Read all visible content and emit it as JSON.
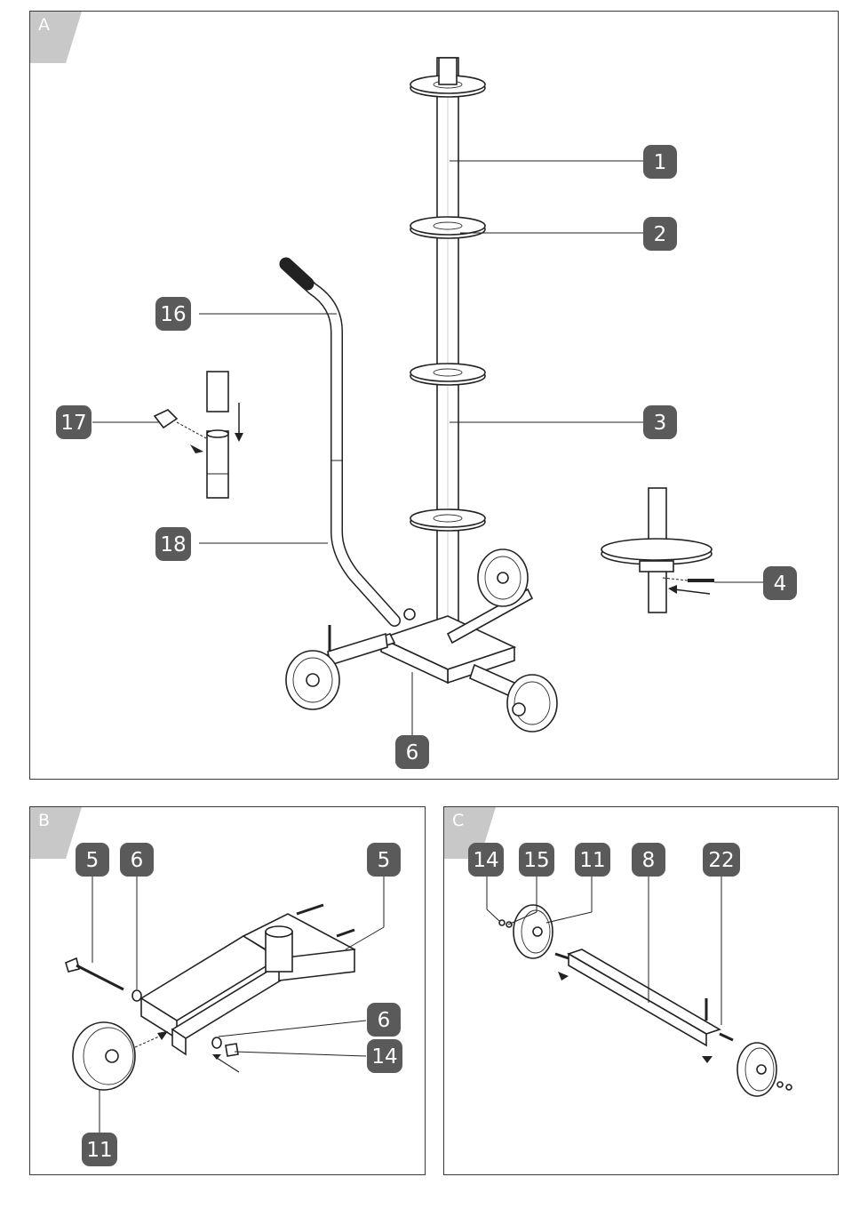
{
  "panels": [
    {
      "id": "A",
      "letter": "A"
    },
    {
      "id": "B",
      "letter": "B"
    },
    {
      "id": "C",
      "letter": "C"
    }
  ],
  "callouts": {
    "A": [
      "1",
      "2",
      "16",
      "17",
      "3",
      "18",
      "4",
      "6"
    ],
    "B": [
      "5",
      "6",
      "5",
      "6",
      "14",
      "11"
    ],
    "C": [
      "14",
      "15",
      "11",
      "8",
      "22"
    ]
  },
  "colors": {
    "callout_fill": "#5a5a5a",
    "tab_fill": "#c8c8c8",
    "line": "#222222"
  }
}
